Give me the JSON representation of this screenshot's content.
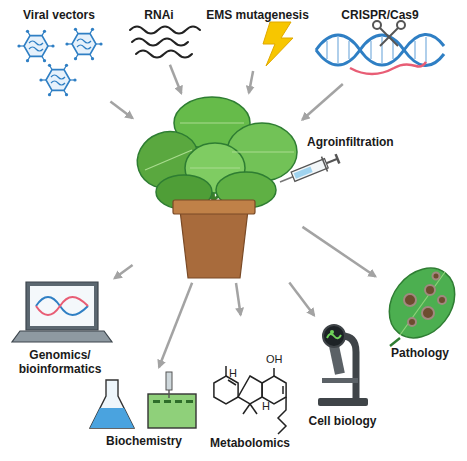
{
  "diagram": {
    "nodes": [
      {
        "text": [
          "Viral vectors"
        ]
      },
      {
        "text": [
          "RNAi"
        ]
      },
      {
        "text": [
          "EMS mutagenesis"
        ]
      },
      {
        "text": [
          "CRISPR/Cas9"
        ]
      },
      {
        "text": [
          "Agroinfiltration"
        ]
      },
      {
        "text": [
          "Genomics/ bioinformatics"
        ]
      },
      {
        "text": [
          "Pathology"
        ]
      },
      {
        "text": [
          "Biochemistry"
        ]
      },
      {
        "text": [
          "Metabolomics"
        ]
      },
      {
        "text": [
          "Cell biology"
        ]
      }
    ],
    "edges": [
      {
        "from": 0,
        "to": 4,
        "arrow": "to"
      },
      {
        "from": 1,
        "to": 4,
        "arrow": "to"
      },
      {
        "from": 2,
        "to": 4,
        "arrow": "to"
      },
      {
        "from": 3,
        "to": 4,
        "arrow": "to"
      },
      {
        "from": 4,
        "to": 5,
        "arrow": "to"
      },
      {
        "from": 4,
        "to": 6,
        "arrow": "to"
      },
      {
        "from": 4,
        "to": 7,
        "arrow": "to"
      },
      {
        "from": 4,
        "to": 8,
        "arrow": "to"
      },
      {
        "from": 4,
        "to": 9,
        "arrow": "to"
      }
    ],
    "labels": [
      "OH",
      "H",
      "H"
    ]
  }
}
